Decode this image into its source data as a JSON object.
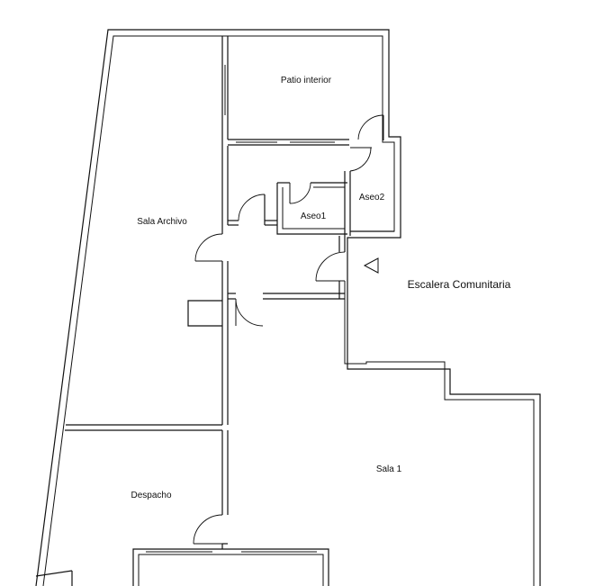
{
  "rooms": {
    "patio_interior": "Patio interior",
    "sala_archivo": "Sala Archivo",
    "aseo1": "Aseo1",
    "aseo2": "Aseo2",
    "escalera_comunitaria": "Escalera Comunitaria",
    "sala_1": "Sala 1",
    "despacho": "Despacho"
  }
}
